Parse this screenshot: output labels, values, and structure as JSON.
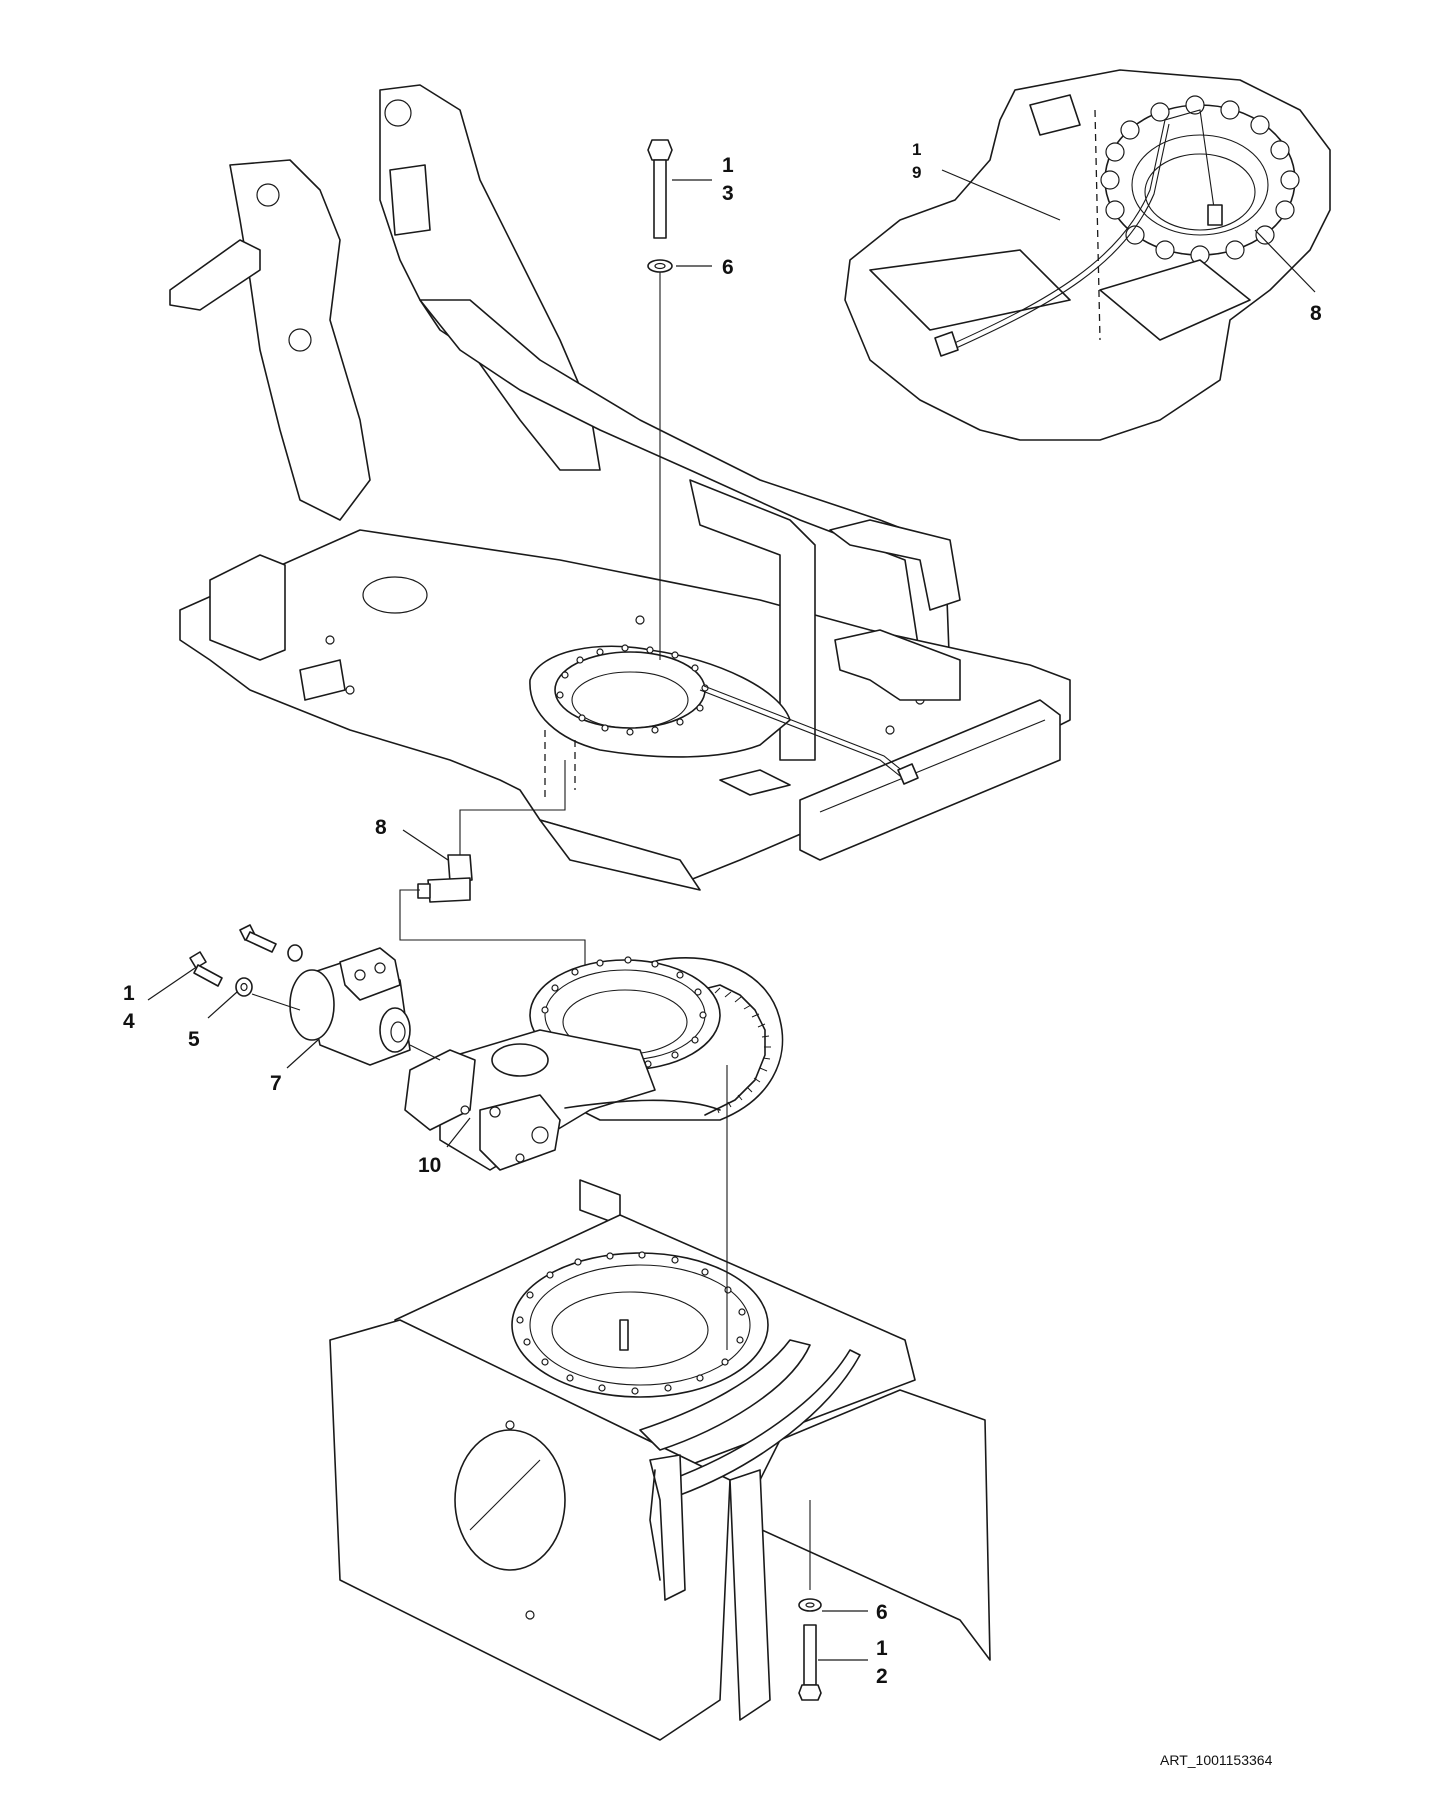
{
  "art_reference": "ART_1001153364",
  "callouts": [
    {
      "id": "c-1-3",
      "top": "1",
      "bottom": "3"
    },
    {
      "id": "c-6-top",
      "label": "6"
    },
    {
      "id": "c-1-9",
      "top": "1",
      "bottom": "9"
    },
    {
      "id": "c-8-detail",
      "label": "8"
    },
    {
      "id": "c-8-elbow",
      "label": "8"
    },
    {
      "id": "c-1-4",
      "top": "1",
      "bottom": "4"
    },
    {
      "id": "c-5",
      "label": "5"
    },
    {
      "id": "c-7",
      "label": "7"
    },
    {
      "id": "c-10",
      "label": "10"
    },
    {
      "id": "c-6-bottom",
      "label": "6"
    },
    {
      "id": "c-1-2",
      "top": "1",
      "bottom": "2"
    }
  ]
}
